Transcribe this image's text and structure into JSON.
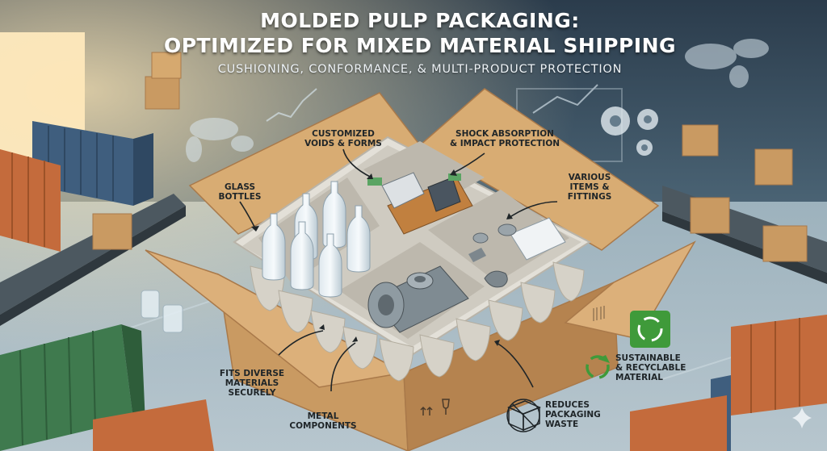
{
  "title": {
    "line1": "MOLDED PULP PACKAGING:",
    "line2": "OPTIMIZED FOR MIXED MATERIAL SHIPPING",
    "subtitle": "CUSHIONING, CONFORMANCE, & MULTI-PRODUCT PROTECTION"
  },
  "labels": {
    "voids_1": "CUSTOMIZED",
    "voids_2": "VOIDS & FORMS",
    "shock_1": "SHOCK ABSORPTION",
    "shock_2": "& IMPACT PROTECTION",
    "glass_1": "GLASS",
    "glass_2": "BOTTLES",
    "various_1": "VARIOUS",
    "various_2": "ITEMS &",
    "various_3": "FITTINGS",
    "fits_1": "FITS DIVERSE",
    "fits_2": "MATERIALS",
    "fits_3": "SECURELY",
    "metal_1": "METAL",
    "metal_2": "COMPONENTS",
    "waste_1": "REDUCES",
    "waste_2": "PACKAGING",
    "waste_3": "WASTE",
    "sustain_1": "SUSTAINABLE",
    "sustain_2": "& RECYCLABLE",
    "sustain_3": "MATERIAL"
  },
  "colors": {
    "cardboard": "#c99a62",
    "cardboard_dark": "#a9794a",
    "pulp": "#d8d4cb",
    "floor": "#9fb4bf",
    "container_blue": "#3f5e7e",
    "container_orange": "#c46b3c",
    "container_green": "#3f7a4e",
    "recycle_green": "#3f9a3a"
  },
  "icons": [
    "world-map-icon",
    "gear-icon",
    "recycle-icon",
    "fragile-glass-icon",
    "this-way-up-icon",
    "sparkle-icon"
  ]
}
